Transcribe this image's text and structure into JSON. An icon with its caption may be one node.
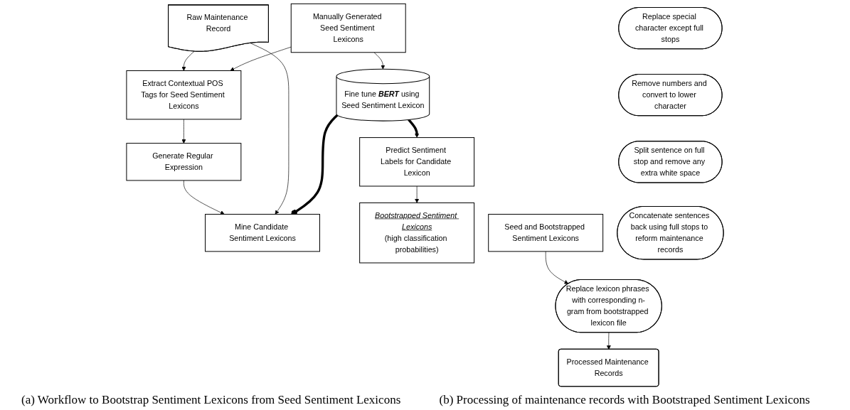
{
  "diagram": {
    "nodes": [
      {
        "text": [
          "Raw Maintenance Record"
        ]
      },
      {
        "text": [
          "Manually Generated Seed Sentiment Lexicons"
        ]
      },
      {
        "text": [
          "Extract Contextual POS Tags for Seed Sentiment Lexicons"
        ]
      },
      {
        "text": [
          "Generate Regular Expression"
        ]
      },
      {
        "text": [
          "Mine Candidate Sentiment Lexicons"
        ]
      },
      {
        "text": [
          "Fine tune **BERT** using Seed Sentiment Lexicon"
        ]
      },
      {
        "text": [
          "Predict Sentiment Labels for Candidate Lexicon"
        ]
      },
      {
        "text": [
          "Bootstrapped Sentiment Lexicons",
          "(high classification probabilities)"
        ]
      },
      {
        "text": [
          "Replace special character except full stops"
        ]
      },
      {
        "text": [
          "Remove numbers and convert to lower character"
        ]
      },
      {
        "text": [
          "Split sentence on full stop and remove any extra white space"
        ]
      },
      {
        "text": [
          "Concatenate sentences back using full stops to reform maintenance records"
        ]
      },
      {
        "text": [
          "Replace lexicon phrases with corresponding n-gram from bootstrapped lexicon file"
        ]
      },
      {
        "text": [
          "Seed and Bootstrapped Sentiment Lexicons"
        ]
      },
      {
        "text": [
          "Processed Maintenance Records"
        ]
      }
    ],
    "edges": [
      {
        "from": 0,
        "to": 2,
        "arrow": "to"
      },
      {
        "from": 1,
        "to": 2,
        "arrow": "to"
      },
      {
        "from": 2,
        "to": 3,
        "arrow": "to"
      },
      {
        "from": 3,
        "to": 4,
        "arrow": "to"
      },
      {
        "from": 0,
        "to": 4,
        "arrow": "to"
      },
      {
        "from": 1,
        "to": 5,
        "arrow": "to"
      },
      {
        "from": 4,
        "to": 5,
        "arrow": "other",
        "style": "thick"
      },
      {
        "from": 5,
        "to": 6,
        "arrow": "to",
        "style": "thick"
      },
      {
        "from": 6,
        "to": 7,
        "arrow": "to"
      },
      {
        "from": 13,
        "to": 12,
        "arrow": "to"
      },
      {
        "from": 12,
        "to": 14,
        "arrow": "to"
      }
    ],
    "labels": [
      "(a) Workflow to Bootstrap Sentiment Lexicons from Seed Sentiment Lexicons",
      "(b) Processing of maintenance records with Bootstraped Sentiment Lexicons"
    ]
  }
}
